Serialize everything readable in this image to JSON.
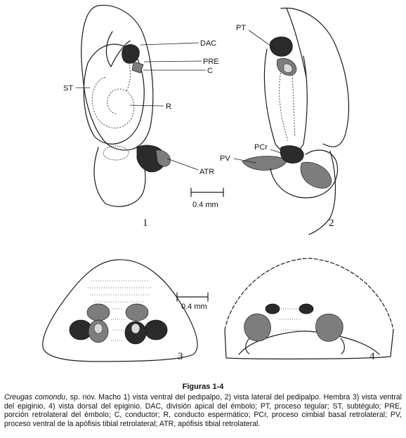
{
  "figure": {
    "labels": {
      "dac": "DAC",
      "pre": "PRE",
      "c": "C",
      "st": "ST",
      "r": "R",
      "atr": "ATR",
      "pt": "PT",
      "pcr": "PCr",
      "pv": "PV"
    },
    "scalebars": {
      "top": "0.4 mm",
      "bottom": "0.4 mm"
    },
    "numbers": {
      "n1": "1",
      "n2": "2",
      "n3": "3",
      "n4": "4"
    }
  },
  "caption": {
    "title": "Figuras 1-4",
    "species": "Creugas comondu",
    "body": ", sp. nov. Macho 1) vista ventral del pedipalpo, 2) vista lateral del pedipalpo. Hembra 3) vista ventral del epiginio, 4) vista dorsal del epiginio. DAC, división apical del émbolo; PT, proceso tegular; ST, subtégulo; PRE, porción retrolateral del émbolo; C, conductor; R, conducto espermático; PCr, proceso cimbial basal retrolateral; PV, proceso ventral de la apófisis tibial retrolateral; ATR, apófisis tibial retrolateral."
  }
}
